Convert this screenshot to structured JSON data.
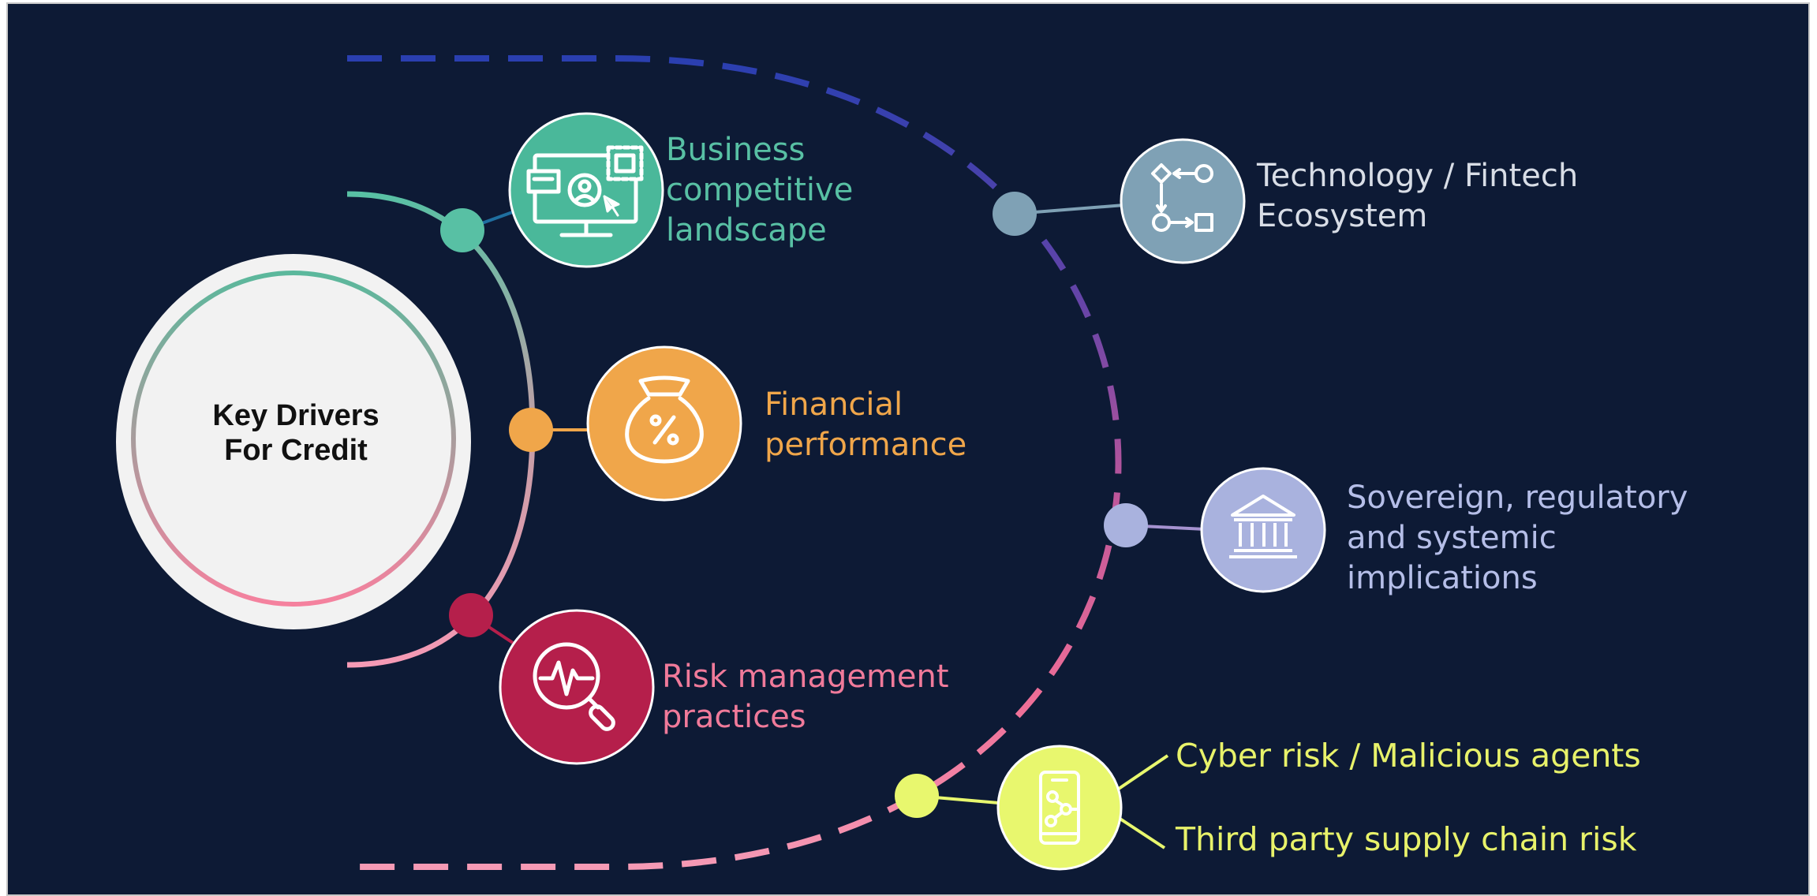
{
  "title": [
    "Key Drivers",
    "For Credit"
  ],
  "drivers": [
    {
      "id": "business",
      "lines": [
        "Business",
        "competitive",
        "landscape"
      ],
      "icon": "monitor-user-icon",
      "color": "#58c0a4"
    },
    {
      "id": "financial",
      "lines": [
        "Financial",
        "performance"
      ],
      "icon": "money-bag-percent-icon",
      "color": "#f0a64a"
    },
    {
      "id": "risk",
      "lines": [
        "Risk management",
        "practices"
      ],
      "icon": "magnifier-heartbeat-icon",
      "color": "#b51f4b"
    },
    {
      "id": "technology",
      "lines": [
        "Technology / Fintech",
        "Ecosystem"
      ],
      "icon": "flowchart-icon",
      "color": "#7fa1b5"
    },
    {
      "id": "sovereign",
      "lines": [
        "Sovereign, regulatory",
        "and systemic",
        "implications"
      ],
      "icon": "bank-building-icon",
      "color": "#a9b2de"
    },
    {
      "id": "cyber",
      "lines": [
        "Cyber risk / Malicious agents",
        "Third party supply chain risk"
      ],
      "icon": "mobile-network-icon",
      "color": "#e8f76e"
    }
  ],
  "colors": {
    "background": "#0d1a35",
    "teal": "#58c0a4",
    "orange": "#f0a64a",
    "pink": "#f07a9a",
    "crimson": "#b51f4b",
    "steel": "#7fa1b5",
    "lavender": "#a9b2de",
    "yellow": "#e8f76e",
    "blue": "#2a3fb0"
  }
}
